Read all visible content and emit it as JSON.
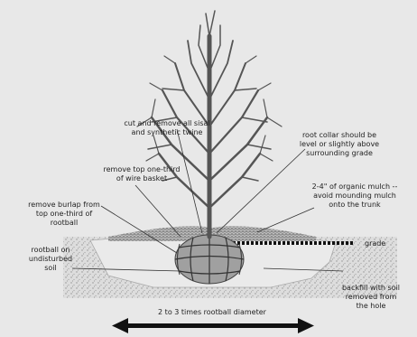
{
  "labels": {
    "twine": "cut and remove all sisal\nand synthetic twine",
    "wire_basket": "remove top one-third\nof wire basket",
    "burlap": "remove burlap from\ntop one-third of\nrootball",
    "rootball": "rootball on\nundisturbed\nsoil",
    "root_collar": "root collar should be\nlevel or slightly above\nsurrounding grade",
    "mulch": "2-4\" of organic mulch --\navoid mounding mulch\nonto the trunk",
    "grade": "grade",
    "backfill": "backfill with soil\nremoved from\nthe hole",
    "diameter": "2 to 3 times rootball diameter"
  },
  "colors": {
    "background": "#e8e8e8",
    "tree": "#555555",
    "soil": "#d6d6d6",
    "rootball": "#9a9a9a",
    "ink": "#222222"
  }
}
